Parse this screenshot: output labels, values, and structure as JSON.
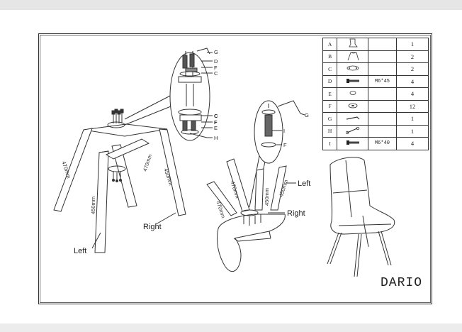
{
  "model_name": "DARIO",
  "parts": [
    {
      "letter": "A",
      "icon": "chair-seat-icon",
      "size": "",
      "qty": "1"
    },
    {
      "letter": "B",
      "icon": "leg-frame-icon",
      "size": "",
      "qty": "2"
    },
    {
      "letter": "C",
      "icon": "mounting-plate-icon",
      "size": "",
      "qty": "2"
    },
    {
      "letter": "D",
      "icon": "bolt-icon",
      "size": "M6*45",
      "qty": "4"
    },
    {
      "letter": "E",
      "icon": "spring-washer-icon",
      "size": "",
      "qty": "4"
    },
    {
      "letter": "F",
      "icon": "flat-washer-icon",
      "size": "",
      "qty": "12"
    },
    {
      "letter": "G",
      "icon": "allen-key-icon",
      "size": "",
      "qty": "1"
    },
    {
      "letter": "H",
      "icon": "wrench-icon",
      "size": "",
      "qty": "1"
    },
    {
      "letter": "I",
      "icon": "bolt-icon",
      "size": "M6*40",
      "qty": "4"
    }
  ],
  "labels": {
    "left_1": "Left",
    "right_1": "Right",
    "left_2": "Left",
    "right_2": "Right",
    "dim_470_a": "470mm",
    "dim_470_b": "470mm",
    "dim_450_a": "450mm",
    "dim_450_b": "450mm",
    "dim_470_c": "470mm",
    "dim_470_d": "470mm",
    "dim_450_c": "450mm",
    "dim_450_d": "450mm"
  },
  "callouts": {
    "top_detail": [
      "G",
      "D",
      "F",
      "C"
    ],
    "bottom_detail": [
      "C",
      "F",
      "E",
      "H"
    ],
    "right_detail": [
      "G",
      "I",
      "F"
    ]
  }
}
